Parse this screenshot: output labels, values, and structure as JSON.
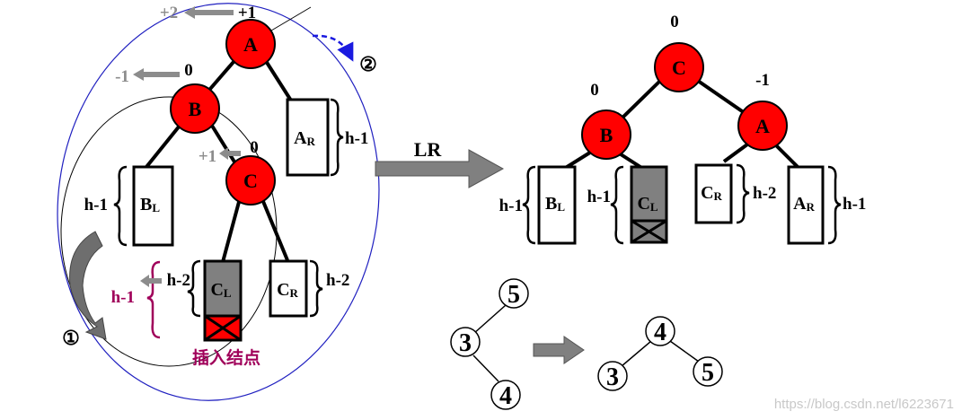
{
  "colors": {
    "node_fill": "#ff0000",
    "gray_box": "#808080",
    "gray_arrow": "#8c8c8c",
    "blue_ellipse": "#2020c0",
    "magenta": "#a0005a",
    "dashed_arrow": "#1a1ae0"
  },
  "left_tree": {
    "nodes": {
      "a": "A",
      "b": "B",
      "c": "C"
    },
    "balance": {
      "a_new": "+2",
      "a_old": "+1",
      "b_new": "-1",
      "b_old": "0",
      "c_new": "+1",
      "c_old": "0"
    },
    "boxes": {
      "ar": {
        "main": "A",
        "sub": "R"
      },
      "bl": {
        "main": "B",
        "sub": "L"
      },
      "cl": {
        "main": "C",
        "sub": "L"
      },
      "cr": {
        "main": "C",
        "sub": "R"
      }
    },
    "heights": {
      "ar": "h-1",
      "bl": "h-1",
      "cl": "h-2",
      "cr": "h-2",
      "insert": "h-1"
    },
    "insert_caption": "插入结点",
    "step1": "①",
    "step2": "②"
  },
  "transform_label": "LR",
  "right_tree": {
    "nodes": {
      "c": "C",
      "b": "B",
      "a": "A"
    },
    "balance": {
      "c": "0",
      "b": "0",
      "a": "-1"
    },
    "boxes": {
      "bl": {
        "main": "B",
        "sub": "L"
      },
      "cl": {
        "main": "C",
        "sub": "L"
      },
      "cr": {
        "main": "C",
        "sub": "R"
      },
      "ar": {
        "main": "A",
        "sub": "R"
      }
    },
    "heights": {
      "bl": "h-1",
      "cl": "h-1",
      "cr": "h-2",
      "ar": "h-1"
    }
  },
  "example_before": {
    "root": "5",
    "left": "3",
    "left_right": "4"
  },
  "example_after": {
    "root": "4",
    "left": "3",
    "right": "5"
  },
  "watermark": "https://blog.csdn.net/l6223671"
}
